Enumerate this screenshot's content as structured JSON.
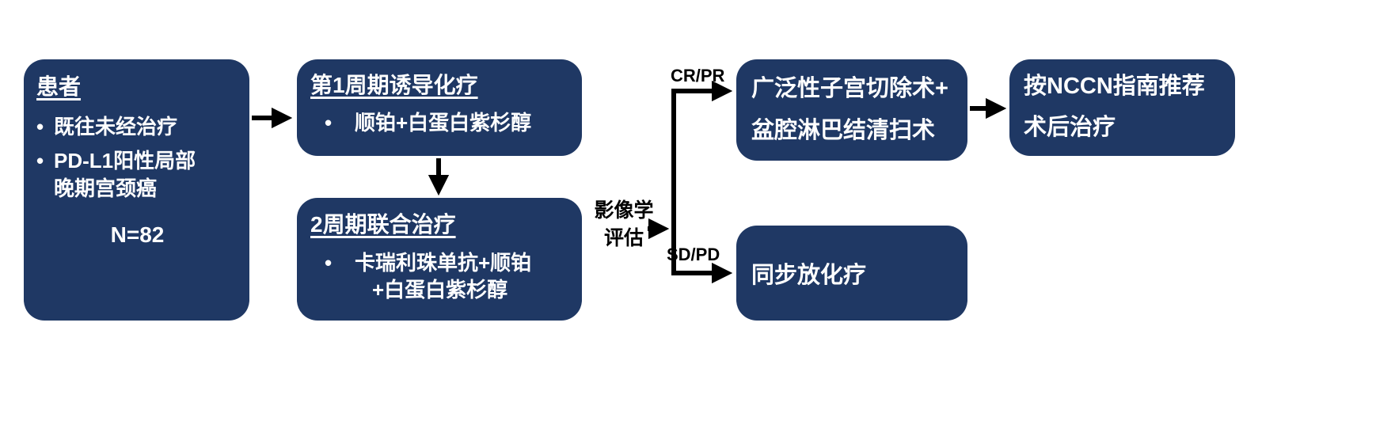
{
  "colors": {
    "box_fill": "#1f3864",
    "box_text": "#ffffff",
    "arrow": "#000000",
    "label_text": "#000000"
  },
  "glyphs": {
    "bullet": "•"
  },
  "boxes": {
    "patients": {
      "title": "患者",
      "bullet1": "既往未经治疗",
      "bullet2_line1": "PD-L1阳性局部",
      "bullet2_line2": "晚期宫颈癌",
      "n_label": "N=82"
    },
    "induction": {
      "title": "第1周期诱导化疗",
      "bullet": "顺铂+白蛋白紫杉醇"
    },
    "combination": {
      "title": "2周期联合治疗",
      "bullet_line1": "卡瑞利珠单抗+顺铂",
      "bullet_line2": "+白蛋白紫杉醇"
    },
    "surgery": {
      "line1": "广泛性子宫切除术+",
      "line2": "盆腔淋巴结清扫术"
    },
    "nccn": {
      "line1": "按NCCN指南推荐",
      "line2": "术后治疗"
    },
    "chemoradiotherapy": {
      "label": "同步放化疗"
    }
  },
  "labels": {
    "imaging_line1": "影像学",
    "imaging_line2": "评估",
    "response_cr_pr": "CR/PR",
    "response_sd_pd": "SD/PD"
  }
}
